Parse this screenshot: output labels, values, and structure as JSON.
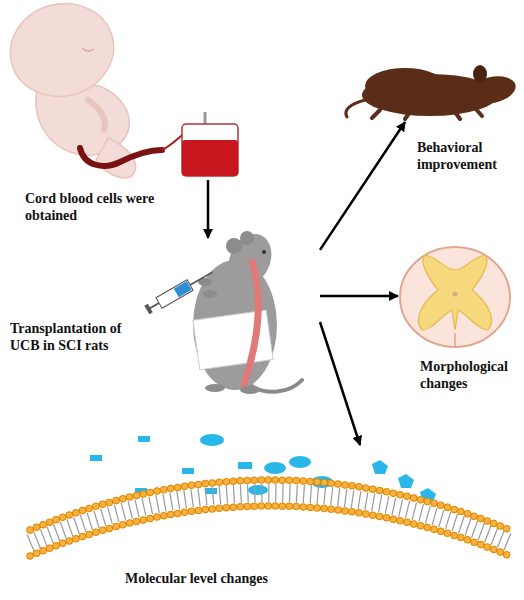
{
  "diagram": {
    "nodes": [
      {
        "text": [
          "Cord blood cells were obtained"
        ]
      },
      {
        "text": [
          "Transplantation of UCB in SCI rats"
        ]
      },
      {
        "text": [
          "Behavioral improvement"
        ]
      },
      {
        "text": [
          "Morphological changes"
        ]
      },
      {
        "text": [
          "Molecular level changes"
        ]
      }
    ],
    "edges": [
      {
        "from": 0,
        "to": 1,
        "arrow": "to"
      },
      {
        "from": 1,
        "to": 2,
        "arrow": "to"
      },
      {
        "from": 1,
        "to": 3,
        "arrow": "to"
      },
      {
        "from": 1,
        "to": 4,
        "arrow": "to"
      }
    ]
  }
}
